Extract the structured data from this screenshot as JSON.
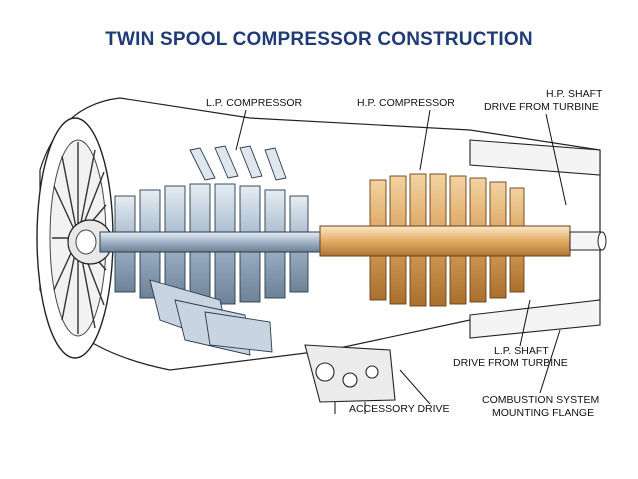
{
  "title": "TWIN SPOOL COMPRESSOR CONSTRUCTION",
  "labels": {
    "lp_compressor": "L.P. COMPRESSOR",
    "hp_compressor": "H.P. COMPRESSOR",
    "hp_shaft_1": "H.P. SHAFT",
    "hp_shaft_2": "DRIVE FROM TURBINE",
    "lp_shaft_1": "L.P. SHAFT",
    "lp_shaft_2": "DRIVE FROM TURBINE",
    "accessory_drive": "ACCESSORY DRIVE",
    "combustion_1": "COMBUSTION SYSTEM",
    "combustion_2": "MOUNTING FLANGE"
  },
  "colors": {
    "title": "#1f3c79",
    "hp_copper": "#d9a05a",
    "lp_blue": "#9fb3c8"
  }
}
